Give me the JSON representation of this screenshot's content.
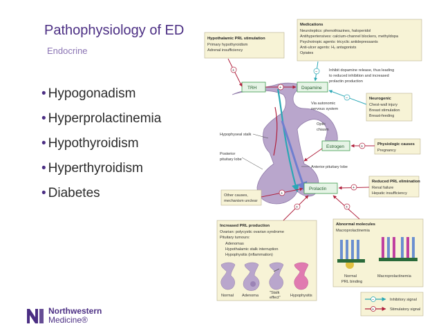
{
  "slide": {
    "title": "Pathophysiology of ED",
    "subtitle": "Endocrine",
    "bullets": [
      "Hypogonadism",
      "Hyperprolactinemia",
      "Hypothyroidism",
      "Hyperthyroidism",
      "Diabetes"
    ],
    "bullet_glyph": "•"
  },
  "logo": {
    "line1": "Northwestern",
    "line2": "Medicine®",
    "color": "#4b2e83"
  },
  "diagram": {
    "hypothalamic": {
      "title": "Hypothalamic PRL stimulation",
      "lines": [
        "Primary hypothyroidism",
        "Adrenal insufficiency"
      ]
    },
    "medications": {
      "title": "Medications",
      "lines": [
        "Neuroleptics: phenothiazines, haloperidol",
        "Antihypertensives: calcium-channel blockers, methyldopa",
        "Psychotropic agents: tricyclic antidepressants",
        "Anti-ulcer agents: H₂ antagonists",
        "Opiates"
      ]
    },
    "inhibit_note": [
      "Inhibit dopamine release, thus leading",
      "to reduced inhibition and increased",
      "prolactin production"
    ],
    "trh": "TRH",
    "dopamine": "Dopamine",
    "neurogenic": {
      "title": "Neurogenic",
      "lines": [
        "Chest-wall injury",
        "Breast stimulation",
        "Breast-feeding"
      ]
    },
    "via_autonomic": [
      "Via autonomic",
      "nervous system"
    ],
    "optic_chiasm": [
      "Optic",
      "chiasm"
    ],
    "hypophyseal_stalk": "Hypophyseal stalk",
    "posterior": [
      "Posterior",
      "pituitary lobe"
    ],
    "estrogen": "Estrogen",
    "physiologic": {
      "title": "Physiologic causes",
      "lines": [
        "Pregnancy"
      ]
    },
    "anterior": "Anterior pituitary lobe",
    "reduced_prl": {
      "title": "Reduced PRL elimination",
      "lines": [
        "Renal failure",
        "Hepatic insufficiency"
      ]
    },
    "prolactin": "Prolactin",
    "other_causes": [
      "Other causes,",
      "mechanism unclear"
    ],
    "increased_prl": {
      "title": "Increased PRL production",
      "lines": [
        "Ovarian: polycystic ovarian syndrome",
        "Pituitary tumours:"
      ],
      "sublines": [
        "Adenomas",
        "Hypothalamic stalk interruption",
        "Hypophysitis (inflammation)"
      ]
    },
    "abnormal": {
      "title": "Abnormal molecules",
      "lines": [
        "Macroprolactinemia"
      ]
    },
    "normal_binding": [
      "Normal",
      "PRL binding"
    ],
    "macro_label": "Macroprolactinemia",
    "pituitary_labels": [
      "Normal",
      "Adenoma",
      "Hypophysitis"
    ],
    "stalk_effect": [
      "\"Stalk",
      "effect\""
    ],
    "signs": {
      "plus": "+",
      "minus": "−"
    },
    "legend": {
      "inhibitory": "Inhibitory signal",
      "stimulatory": "Stimulatory signal"
    },
    "colors": {
      "inhibitory": "#2aa7b5",
      "stimulatory": "#b0203c",
      "gland": "#b9a6cc",
      "hypophysitis": "#e07ab0",
      "hormone_box": "#3a9a4a"
    }
  }
}
